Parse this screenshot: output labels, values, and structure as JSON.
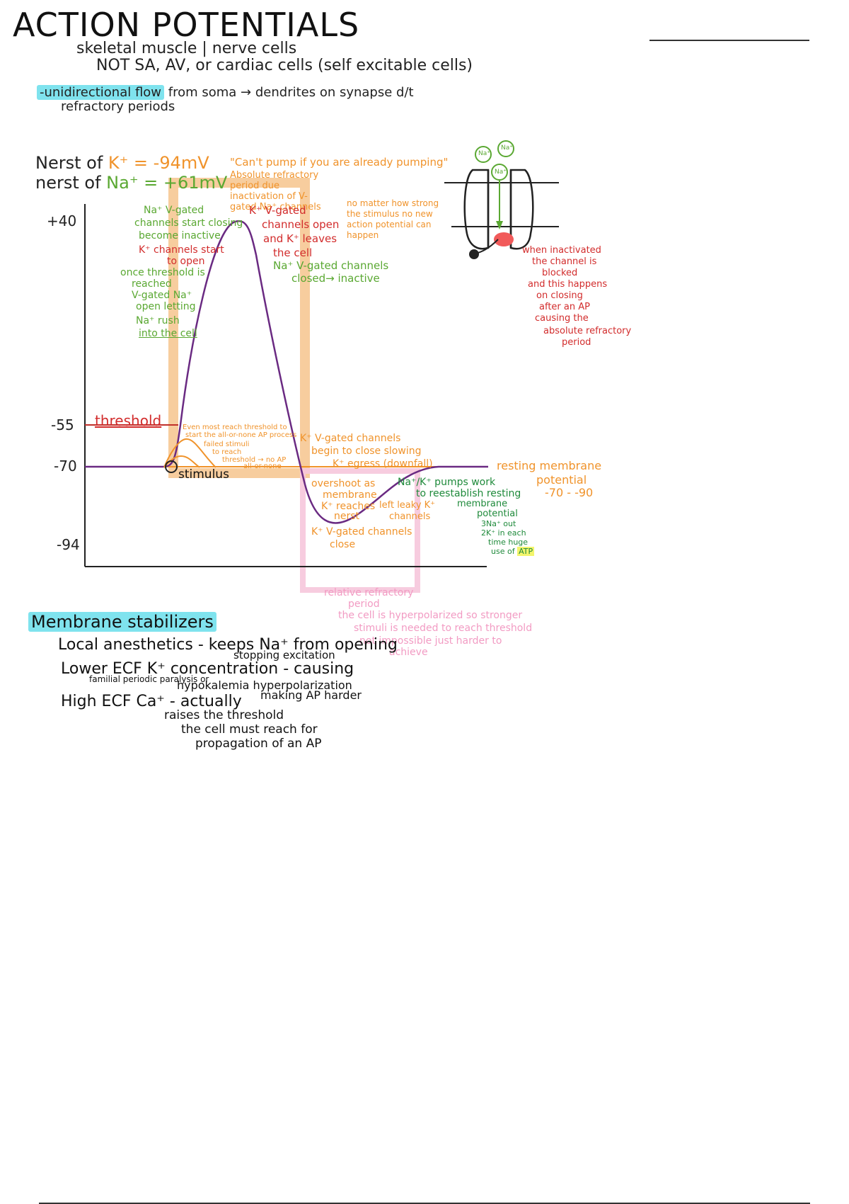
{
  "title": "ACTION POTENTIALS",
  "subtitle1": "skeletal muscle | nerve cells",
  "subtitle2": "NOT SA, AV, or cardiac cells (self excitable cells)",
  "unidirectional": {
    "highlight": "-unidirectional flow",
    "rest": "from soma → dendrites on synapse d/t",
    "rest2": "refractory periods"
  },
  "nernst": {
    "k_prefix": "Nerst of ",
    "k_value": "K⁺ = -94mV",
    "na_prefix": "nerst of ",
    "na_value": "Na⁺ = +61mV"
  },
  "orange_quote": "\"Can't pump if you are already pumping\"",
  "absolute_refractory": "Absolute refractory period due inactivation of V-gated Na⁺ channels",
  "absolute_refractory2": "no matter how strong the stimulus no new action potential can happen",
  "y_axis": {
    "plus40": "+40",
    "minus55": "-55",
    "minus70": "-70",
    "minus94": "-94"
  },
  "threshold_label": "threshold",
  "stimulus_label": "stimulus",
  "green_left": [
    "Na⁺ V-gated",
    "channels start closing",
    "become inactive"
  ],
  "red_left": [
    "K⁺ channels start",
    "to open"
  ],
  "green_left2": [
    "once threshold is",
    "reached",
    "V-gated Na⁺",
    "open letting",
    "Na⁺ rush",
    "into the cell"
  ],
  "red_mid": [
    "K⁺ V-gated",
    "channels open",
    "and K⁺ leaves",
    "the cell"
  ],
  "green_mid": [
    "Na⁺ V-gated channels",
    "closed→ inactive"
  ],
  "orange_small": [
    "Even most reach threshold to",
    "start the all-or-none AP process",
    "failed stimuli",
    "to reach",
    "threshold → no AP",
    "all-or-none"
  ],
  "orange_kgated": [
    "K⁺ V-gated channels",
    "begin to close slowing",
    "K⁺ egress (downfall)"
  ],
  "overshoot": [
    "overshoot as",
    "membrane",
    "K⁺ reaches",
    "nerst"
  ],
  "left_leaky": [
    "left leaky K⁺",
    "channels"
  ],
  "kv_close": [
    "K⁺ V-gated channels",
    "close"
  ],
  "pumps": [
    "Na⁺/K⁺ pumps work",
    "to reestablish resting",
    "membrane",
    "potential"
  ],
  "pump_detail": [
    "3Na⁺ out",
    "2K⁺ in each",
    "time",
    "use of"
  ],
  "huge": "huge",
  "atp": "ATP",
  "resting": [
    "resting membrane",
    "potential",
    "-70 - -90"
  ],
  "inactivated_note": [
    "when inactivated",
    "the channel is",
    "blocked",
    "and this happens",
    "on closing",
    "after an AP",
    "causing the",
    "absolute refractory",
    "period"
  ],
  "channel_labels": [
    "Na⁺",
    "Na⁺",
    "Na⁺"
  ],
  "relative_refractory": [
    "relative refractory",
    "period",
    "the cell is hyperpolarized so stronger",
    "stimuli is needed to reach threshold",
    "not impossible just harder to",
    "achieve"
  ],
  "membrane_stabilizers": {
    "heading": "Membrane stabilizers",
    "line1": "Local anesthetics - keeps Na⁺ from opening",
    "line1b": "stopping excitation",
    "line2": "Lower ECF K⁺ concentration - causing",
    "line2b": "familial periodic paralysis or",
    "line2c": "hypokalemia hyperpolarization",
    "line2d": "making AP harder",
    "line3": "High ECF Ca⁺ - actually",
    "line3b": "raises the threshold",
    "line3c": "the cell must reach for",
    "line3d": "propagation of an AP"
  },
  "colors": {
    "curve": "#6a2a82",
    "threshold": "#c0302a",
    "orange_box": "#f6c48d",
    "pink_box": "#f6c7db",
    "highlight_cyan": "#7fe3ee"
  }
}
